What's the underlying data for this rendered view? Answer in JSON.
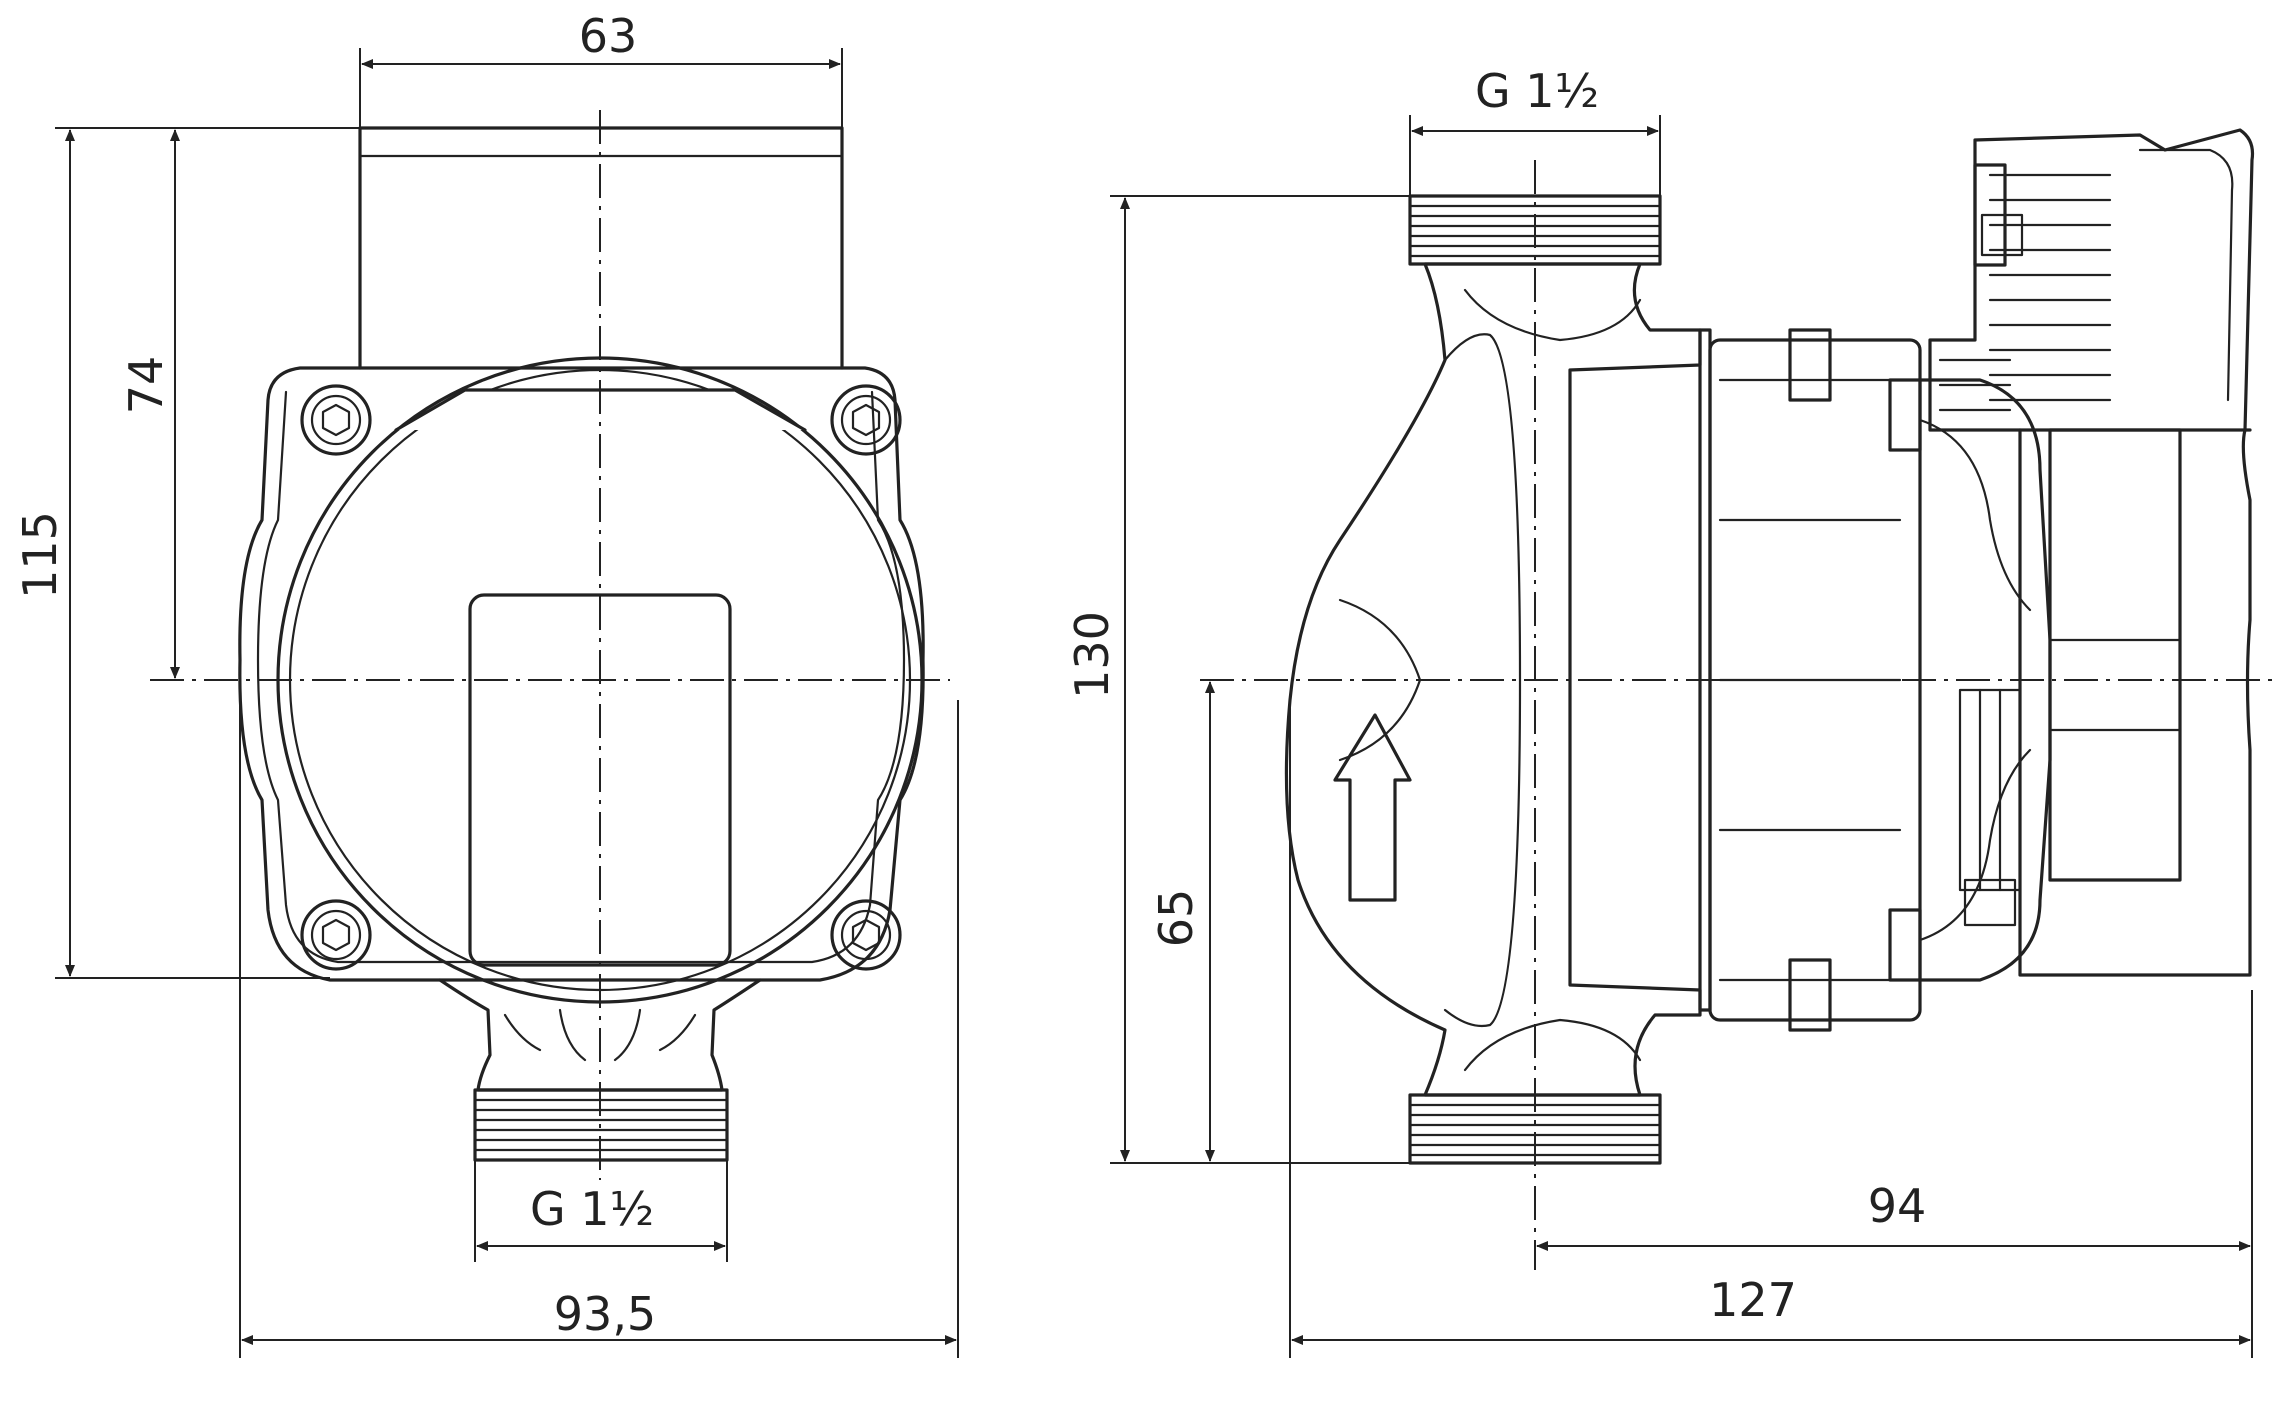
{
  "colors": {
    "line": "#222222",
    "background": "#ffffff"
  },
  "front_view": {
    "width_top": "63",
    "height_axis": "74",
    "height_total": "115",
    "thread": "G 1½",
    "width_overall": "93,5"
  },
  "side_view": {
    "thread": "G 1½",
    "height_total": "130",
    "height_axis": "65",
    "length_axis": "94",
    "length_overall": "127"
  }
}
